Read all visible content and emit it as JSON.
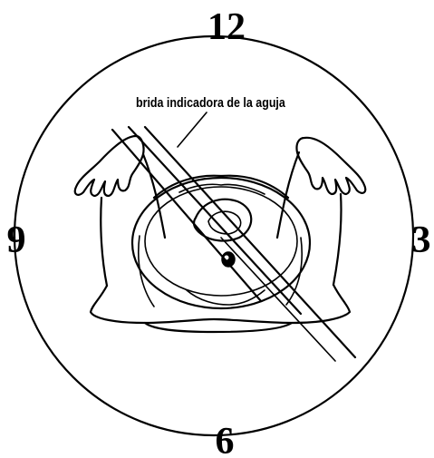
{
  "clock": {
    "top": "12",
    "right": "3",
    "bottom": "6",
    "left": "9"
  },
  "callout": {
    "label": "brida indicadora de la aguja"
  }
}
